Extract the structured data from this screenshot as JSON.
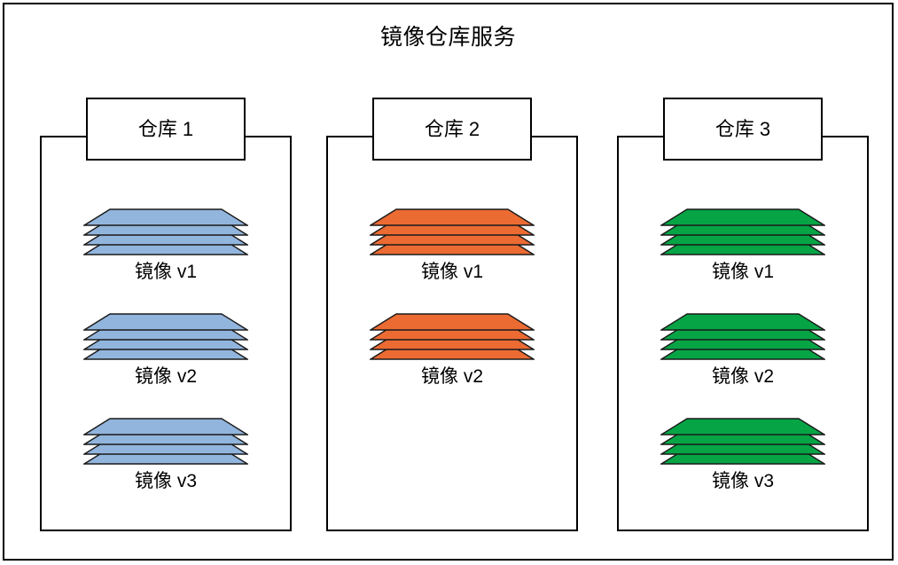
{
  "diagram": {
    "title": "镜像仓库服务",
    "frame_border_color": "#000000",
    "background_color": "#ffffff",
    "repositories": [
      {
        "name": "仓库 1",
        "accent_color": "#92B5DD",
        "accent_color_dark": "#7FA8D4",
        "images": [
          {
            "label": "镜像 v1",
            "layers": 4
          },
          {
            "label": "镜像 v2",
            "layers": 4
          },
          {
            "label": "镜像 v3",
            "layers": 4
          }
        ]
      },
      {
        "name": "仓库 2",
        "accent_color": "#EC6B33",
        "accent_color_dark": "#E05A22",
        "images": [
          {
            "label": "镜像 v1",
            "layers": 4
          },
          {
            "label": "镜像 v2",
            "layers": 4
          }
        ]
      },
      {
        "name": "仓库 3",
        "accent_color": "#06A445",
        "accent_color_dark": "#00913C",
        "images": [
          {
            "label": "镜像 v1",
            "layers": 4
          },
          {
            "label": "镜像 v2",
            "layers": 4
          },
          {
            "label": "镜像 v3",
            "layers": 4
          }
        ]
      }
    ]
  }
}
